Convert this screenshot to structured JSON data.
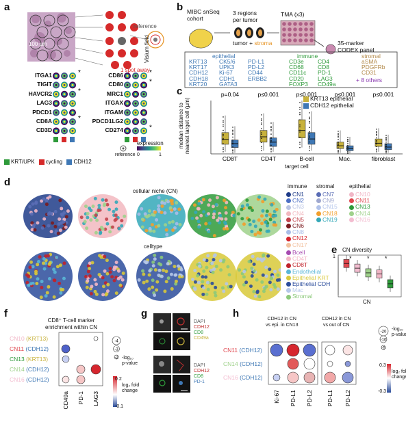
{
  "panel_labels": {
    "a": "a",
    "b": "b",
    "c": "c",
    "d": "d",
    "e": "e",
    "f": "f",
    "g": "g",
    "h": "h"
  },
  "panel_a": {
    "scale": "100 µm",
    "reference": "reference",
    "visium_field": "Visium field",
    "spot_away": "1 spot away",
    "genes_left": [
      "ITGA1",
      "TIGIT",
      "HAVCR2",
      "LAG3",
      "PDCD1",
      "CD8A",
      "CD3D"
    ],
    "genes_right": [
      "CD86",
      "CD80",
      "MRC1",
      "ITGAX",
      "ITGAM",
      "PDCD1LG2",
      "CD274"
    ],
    "left_stars": [
      true,
      false,
      true,
      false,
      false,
      true,
      false
    ],
    "right_stars": [
      true,
      true,
      false,
      false,
      false,
      false,
      true
    ],
    "bottom_legend": [
      "KRT/UPK",
      "cycling",
      "CDH12"
    ],
    "expression_label": "expression",
    "expression_min": "0",
    "expression_max": "1",
    "reference_label": "reference"
  },
  "panel_b": {
    "cohort": "MIBC snSeq\ncohort",
    "regions": "3 regions\nper tumor",
    "tumor": "tumor",
    "plus": "+",
    "stroma": "stroma",
    "tma": "TMA (x3)",
    "codex": "35-marker\nCODEX panel",
    "epithelial_title": "epithelial",
    "immune_title": "immune",
    "stromal_title": "stromal",
    "epithelial_col1": [
      "KRT13",
      "KRT17",
      "CDH12",
      "CDH18",
      "KRT20"
    ],
    "epithelial_col2": [
      "CK5/6",
      "UPK3",
      "Ki-67",
      "CDH1",
      "GATA3"
    ],
    "epithelial_col3": [
      "PD-L1",
      "PD-L2",
      "CD44",
      "ERBB2"
    ],
    "immune_col1": [
      "CD3e",
      "CD68",
      "CD11c",
      "CD20",
      "FOXP3"
    ],
    "immune_col2": [
      "CD4",
      "CD8",
      "PD-1",
      "LAG3",
      "CD49a"
    ],
    "stromal_col": [
      "aSMA",
      "PDGFRb",
      "CD31"
    ],
    "others": "+ 8 others"
  },
  "panel_c": {
    "ylabel": "median distance to\nnearest target cell (µm)",
    "xlabel": "target cell",
    "categories": [
      "CD8T",
      "CD4T",
      "B-cell",
      "Mac.",
      "fibroblast"
    ],
    "pvalues": [
      "p=0.04",
      "p≤0.001",
      "p≤0.001",
      "p≤0.001",
      "p≤0.001"
    ],
    "legend": [
      "KRT13 epithelial",
      "CDH12 epithelial"
    ],
    "colors": {
      "krt13": "#c8b23c",
      "cdh12": "#3f78b5"
    }
  },
  "chart_data": {
    "type": "box",
    "title": "",
    "xlabel": "target cell",
    "ylabel": "median distance to nearest target cell (µm)",
    "categories": [
      "CD8T",
      "CD4T",
      "B-cell",
      "Mac.",
      "fibroblast"
    ],
    "series": [
      {
        "name": "KRT13 epithelial",
        "color": "#c8b23c",
        "median": [
          68,
          80,
          110,
          38,
          50
        ],
        "q1": [
          45,
          55,
          75,
          25,
          35
        ],
        "q3": [
          100,
          110,
          160,
          55,
          70
        ],
        "min": [
          10,
          15,
          30,
          5,
          10
        ],
        "max": [
          180,
          190,
          250,
          110,
          120
        ]
      },
      {
        "name": "CDH12 epithelial",
        "color": "#3f78b5",
        "median": [
          48,
          55,
          70,
          25,
          32
        ],
        "q1": [
          30,
          35,
          45,
          15,
          20
        ],
        "q3": [
          65,
          75,
          100,
          38,
          48
        ],
        "min": [
          5,
          10,
          15,
          3,
          5
        ],
        "max": [
          130,
          150,
          200,
          80,
          90
        ]
      }
    ],
    "pvalues": [
      "p=0.04",
      "p≤0.001",
      "p≤0.001",
      "p≤0.001",
      "p≤0.001"
    ]
  },
  "panel_d": {
    "cn_title": "cellular niche (CN)",
    "celltype_title": "celltype",
    "immune_title": "immune",
    "stromal_title": "stromal",
    "epithelial_title": "epithelial",
    "immune_cns": [
      {
        "label": "CN1",
        "color": "#1f3c88"
      },
      {
        "label": "CN2",
        "color": "#4c6fc4"
      },
      {
        "label": "CN3",
        "color": "#b9c4e4"
      },
      {
        "label": "CN4",
        "color": "#f2b9c0"
      },
      {
        "label": "CN5",
        "color": "#c2444c"
      },
      {
        "label": "CN6",
        "color": "#7a1b1f"
      },
      {
        "label": "CN8",
        "color": "#a9bde8"
      },
      {
        "label": "CN12",
        "color": "#d6262e"
      },
      {
        "label": "CN17",
        "color": "#f2c2a0"
      }
    ],
    "stromal_cns": [
      {
        "label": "CN7",
        "color": "#5a6db5"
      },
      {
        "label": "CN9",
        "color": "#9fa8cf"
      },
      {
        "label": "CN15",
        "color": "#b2c3ea"
      },
      {
        "label": "CN18",
        "color": "#f29f2c"
      },
      {
        "label": "CN19",
        "color": "#34a8b8"
      }
    ],
    "epithelial_cns": [
      {
        "label": "CN10",
        "color": "#f1b6c6"
      },
      {
        "label": "CN11",
        "color": "#e0474f"
      },
      {
        "label": "CN13",
        "color": "#2e9a3a"
      },
      {
        "label": "CN14",
        "color": "#9fd18b"
      },
      {
        "label": "CN16",
        "color": "#f3bdd0"
      }
    ],
    "celltypes": [
      {
        "label": "Bcell",
        "color": "#a64ab0"
      },
      {
        "label": "CD4T",
        "color": "#f3b7c6"
      },
      {
        "label": "CD8T",
        "color": "#c0222b"
      },
      {
        "label": "Endothelial",
        "color": "#5ab6d6"
      },
      {
        "label": "Epithelial KRT",
        "color": "#d8c93a"
      },
      {
        "label": "Epithelial CDH",
        "color": "#2b4c9b"
      },
      {
        "label": "Mac",
        "color": "#b5c7e8"
      },
      {
        "label": "Stromal",
        "color": "#8cc97a"
      }
    ]
  },
  "panel_e": {
    "title": "CN diversity",
    "xlabel": "CN",
    "ymax": "1",
    "ymin": "0",
    "stars": [
      "*",
      "*",
      "*"
    ]
  },
  "panel_f": {
    "title": "CD8⁺ T-cell marker\nenrichment within CN",
    "rows": [
      {
        "cn": "CN10",
        "ct": "(KRT13)",
        "cn_color": "#f1b6c6",
        "ct_color": "#c8b23c"
      },
      {
        "cn": "CN11",
        "ct": "(CDH12)",
        "cn_color": "#e0474f",
        "ct_color": "#3f78b5"
      },
      {
        "cn": "CN13",
        "ct": "(KRT13)",
        "cn_color": "#2e9a3a",
        "ct_color": "#c8b23c"
      },
      {
        "cn": "CN14",
        "ct": "(CDH12)",
        "cn_color": "#9fd18b",
        "ct_color": "#3f78b5"
      },
      {
        "cn": "CN16",
        "ct": "(CDH12)",
        "cn_color": "#f3bdd0",
        "ct_color": "#3f78b5"
      }
    ],
    "columns": [
      "CD49a",
      "PD-1",
      "LAG3"
    ],
    "size_legend": [
      "-4",
      "-3",
      "-2"
    ],
    "size_label": "-log₁₀\np-value",
    "color_label": "log₂ fold\nchange",
    "color_max": "0.2",
    "color_min": "-0.1"
  },
  "panel_g": {
    "labels_top": [
      "DAPI",
      "CDH12",
      "CD8",
      "CD49a"
    ],
    "labels_bottom": [
      "DAPI",
      "CDH12",
      "CD8",
      "PD-1"
    ]
  },
  "panel_h": {
    "title_left": "CDH12 in CN\nvs epi. in CN13",
    "title_right": "CDH12 in CN\nvs out of CN",
    "rows": [
      {
        "cn": "CN11",
        "ct": "(CDH12)",
        "cn_color": "#e0474f",
        "ct_color": "#3f78b5"
      },
      {
        "cn": "CN14",
        "ct": "(CDH12)",
        "cn_color": "#9fd18b",
        "ct_color": "#3f78b5"
      },
      {
        "cn": "CN16",
        "ct": "(CDH12)",
        "cn_color": "#f3bdd0",
        "ct_color": "#3f78b5"
      }
    ],
    "columns_left": [
      "Ki-67",
      "PD-L1",
      "PD-L2"
    ],
    "columns_right": [
      "PD-L1",
      "PD-L2"
    ],
    "size_legend": [
      "-20",
      "-10",
      "-5"
    ],
    "size_label": "-log₁₀\np-value",
    "color_label": "log₂ fold\nchange",
    "color_max": "0.3",
    "color_min": "-0.3"
  }
}
